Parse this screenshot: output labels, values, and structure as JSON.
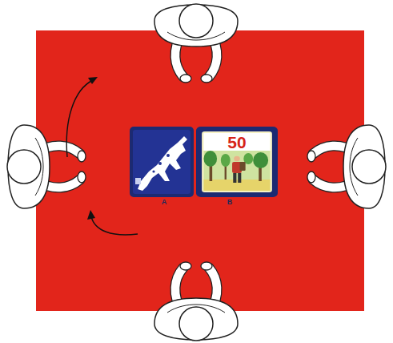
{
  "diagram": {
    "nodes": [
      {
        "text": [
          "50"
        ]
      }
    ],
    "labels": [
      "A",
      "B"
    ]
  }
}
